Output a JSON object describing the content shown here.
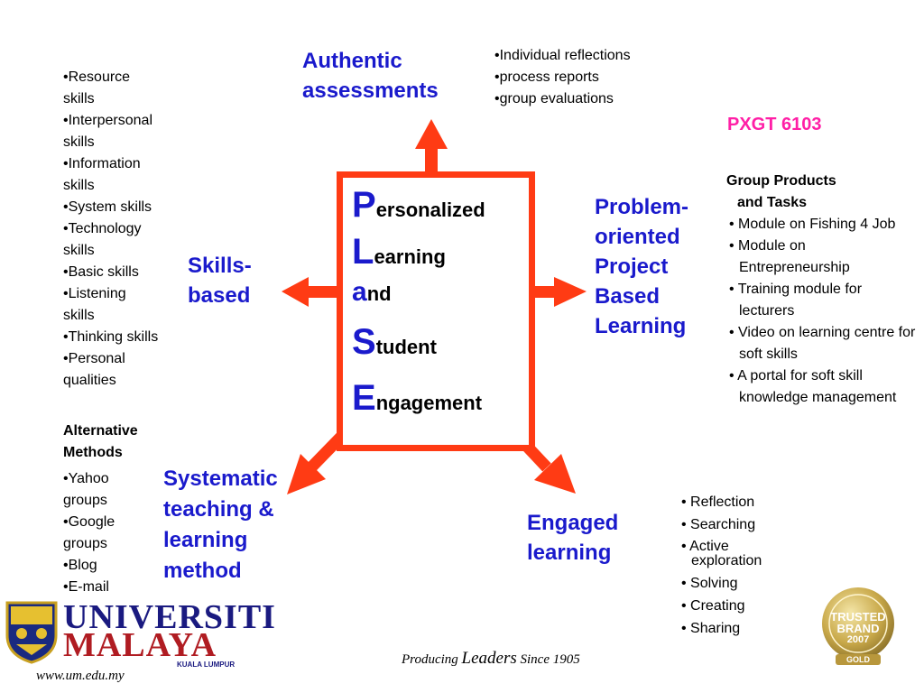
{
  "center": {
    "l1_initial": "P",
    "l1_rest": "ersonalized",
    "l2_initial": "L",
    "l2_rest": "earning",
    "l3_initial": "a",
    "l3_rest": "nd",
    "l4_initial": "S",
    "l4_rest": "tudent",
    "l5_initial": "E",
    "l5_rest": "ngagement"
  },
  "authentic": {
    "heading_line1": "Authentic",
    "heading_line2": "assessments",
    "items": [
      "•Individual reflections",
      "•process reports",
      "•group evaluations"
    ]
  },
  "skills": {
    "heading_line1": "Skills-",
    "heading_line2": "based",
    "lines": [
      "•Resource",
      "skills",
      "•Interpersonal",
      "skills",
      "•Information",
      "skills",
      "•System skills",
      "•Technology",
      "skills",
      "•Basic skills",
      "•Listening",
      "skills",
      "•Thinking skills",
      "•Personal",
      "qualities"
    ]
  },
  "alternative": {
    "heading_line1": "Alternative",
    "heading_line2": "Methods",
    "lines": [
      "•Yahoo",
      "groups",
      "•Google",
      "groups",
      "•Blog",
      "•E-mail"
    ]
  },
  "problem": {
    "heading_lines": [
      "Problem-",
      "oriented",
      "Project",
      "Based",
      "Learning"
    ]
  },
  "pxgt": "PXGT 6103",
  "group_products": {
    "title_line1": "Group Products",
    "title_line2": "and Tasks",
    "items": [
      "Module on Fishing 4 Job",
      "Module on Entrepreneurship",
      "Training module for lecturers",
      "Video on learning centre for soft skills",
      "A portal for soft skill knowledge management"
    ]
  },
  "systematic": {
    "heading_lines": [
      "Systematic",
      "teaching &",
      "learning",
      "method"
    ]
  },
  "engaged": {
    "heading_line1": "Engaged",
    "heading_line2": "learning",
    "items": [
      "Reflection",
      "Searching",
      "Active exploration",
      "Solving",
      "Creating",
      "Sharing"
    ]
  },
  "footer": {
    "pre": "Producing ",
    "leaders": "Leaders",
    "post": " Since 1905",
    "url": "www.um.edu.my"
  },
  "logo": {
    "word1": "UNIVERSITI",
    "word2": "MALAYA",
    "sub": "KUALA LUMPUR"
  },
  "badge": {
    "line1": "TRUSTED",
    "line2": "BRAND",
    "year": "2007",
    "tier": "GOLD"
  },
  "colors": {
    "arrow": "#ff3b14",
    "heading_blue": "#1a1acc",
    "course_pink": "#ff1fa6"
  }
}
